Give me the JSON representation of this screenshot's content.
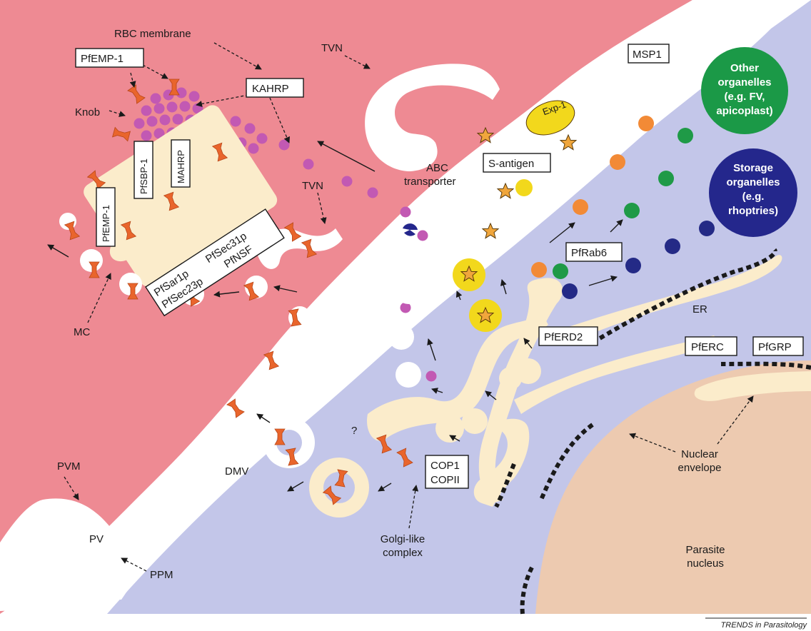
{
  "labels": {
    "rbc_membrane": "RBC membrane",
    "pfemp1_top": "PfEMP-1",
    "kahrp": "KAHRP",
    "knob": "Knob",
    "tvn_top": "TVN",
    "tvn_mid": "TVN",
    "msp1": "MSP1",
    "exp1": "Exp-1",
    "s_antigen": "S-antigen",
    "abc_transporter_1": "ABC",
    "abc_transporter_2": "transporter",
    "pfemp1_vert": "PfEMP-1",
    "pfsbp1": "PfSBP-1",
    "mahrp": "MAHRP",
    "pfsar1p": "PfSar1p",
    "pfsec23p": "PfSec23p",
    "pfsec31p": "PfSec31p",
    "pfnsf": "PfNSF",
    "mc": "MC",
    "pfrab6": "PfRab6",
    "er": "ER",
    "pferd2": "PfERD2",
    "pferc": "PfERC",
    "pfgrp": "PfGRP",
    "other_organelles_1": "Other",
    "other_organelles_2": "organelles",
    "other_organelles_3": "(e.g. FV,",
    "other_organelles_4": "apicoplast)",
    "storage_1": "Storage",
    "storage_2": "organelles",
    "storage_3": "(e.g.",
    "storage_4": "rhoptries)",
    "pvm": "PVM",
    "pv": "PV",
    "ppm": "PPM",
    "dmv": "DMV",
    "question": "?",
    "cop1": "COP1",
    "copii": "COPII",
    "golgi_1": "Golgi-like",
    "golgi_2": "complex",
    "nuclear_1": "Nuclear",
    "nuclear_2": "envelope",
    "nucleus_1": "Parasite",
    "nucleus_2": "nucleus"
  },
  "footer": "TRENDS in Parasitology",
  "colors": {
    "rbc_cytoplasm": "#ee8a93",
    "parasite_cytoplasm": "#c3c6e9",
    "nucleus": "#edcab0",
    "er_golgi": "#fbeccb",
    "knob_dot": "#c259b3",
    "pfemp1": "#e9652c",
    "orange_dot": "#f28a36",
    "green_dot": "#1f9a47",
    "navy_dot": "#242a86",
    "star_yellow": "#f2d81c",
    "green_organelle": "#1b9947",
    "navy_organelle": "#24278c"
  },
  "icons": [
    "pfemp1-protein-icon",
    "star-antigen-icon",
    "vesicle-icon"
  ]
}
